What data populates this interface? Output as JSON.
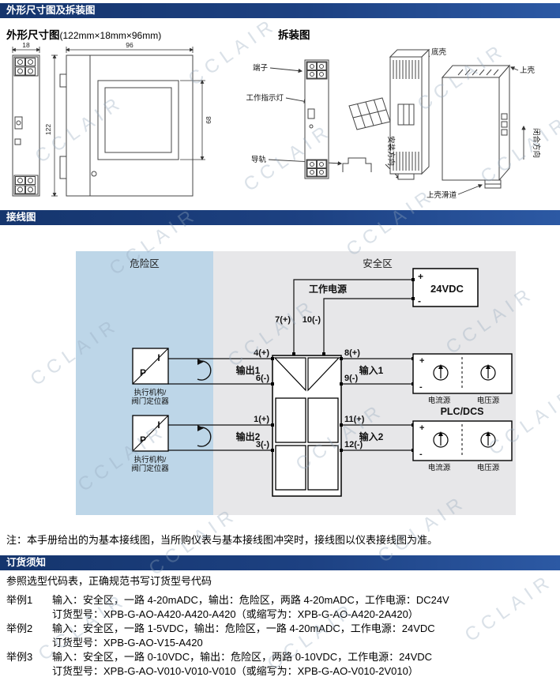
{
  "watermark": {
    "text": "CCLAIR"
  },
  "header1": "外形尺寸图及拆装图",
  "header2": "接线图",
  "header3": "订货须知",
  "dimensions": {
    "outline_title": "外形尺寸图",
    "outline_size": "(122mm×18mm×96mm)",
    "disassembly_title": "拆装图",
    "dim_18": "18",
    "dim_96": "96",
    "dim_122": "122",
    "dim_68": "68",
    "label_terminal": "端子",
    "label_indicator": "工作指示灯",
    "label_rail": "导轨",
    "label_bottom_shell": "底壳",
    "label_top_shell": "上壳",
    "label_install_dir": "安装方向",
    "label_close_dir": "闭合方向",
    "label_slide": "上壳滑道"
  },
  "wiring": {
    "hazard_zone": "危险区",
    "safe_zone": "安全区",
    "power_label": "工作电源",
    "power_value": "24VDC",
    "plus": "+",
    "minus": "-",
    "t7": "7(+)",
    "t10": "10(-)",
    "t4": "4(+)",
    "t6": "6(-)",
    "t1": "1(+)",
    "t3": "3(-)",
    "t8": "8(+)",
    "t9": "9(-)",
    "t11": "11(+)",
    "t12": "12(-)",
    "output1": "输出1",
    "output2": "输出2",
    "input1": "输入1",
    "input2": "输入2",
    "p": "P",
    "i": "I",
    "actuator1": "执行机构/",
    "actuator2": "阀门定位器",
    "current_source": "电流源",
    "voltage_source": "电压源",
    "plc": "PLC/DCS",
    "note": "注：本手册给出的为基本接线图，当所购仪表与基本接线图冲突时，接线图以仪表接线图为准。"
  },
  "ordering": {
    "intro": "参照选型代码表，正确规范书写订货型号代码",
    "examples": [
      {
        "label": "举例1",
        "spec": "输入：安全区，一路 4-20mADC，输出：危险区，两路 4-20mADC，工作电源：DC24V",
        "model": "订货型号：XPB-G-AO-A420-A420-A420（或缩写为：XPB-G-AO-A420-2A420）"
      },
      {
        "label": "举例2",
        "spec": "输入：安全区，一路 1-5VDC，输出：危险区，一路 4-20mADC，工作电源：24VDC",
        "model": "订货型号：XPB-G-AO-V15-A420"
      },
      {
        "label": "举例3",
        "spec": "输入：安全区，一路 0-10VDC，输出：危险区，两路 0-10VDC，工作电源：24VDC",
        "model": "订货型号：XPB-G-AO-V010-V010-V010（或缩写为：XPB-G-AO-V010-2V010）"
      }
    ]
  },
  "colors": {
    "header_bar": "#1a3a74",
    "hazard_fill": "#b7d2e6",
    "safe_fill": "#e5e5e7",
    "watermark": "#96a8be"
  }
}
